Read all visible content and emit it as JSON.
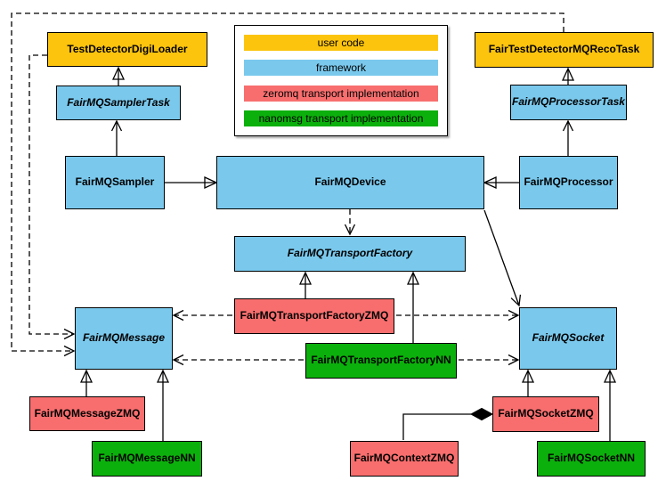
{
  "legend": {
    "items": [
      {
        "label": "user code",
        "color": "#FCC40D"
      },
      {
        "label": "framework",
        "color": "#7AC9ED"
      },
      {
        "label": "zeromq transport implementation",
        "color": "#F86E6E"
      },
      {
        "label": "nanomsg transport implementation",
        "color": "#0CB00C"
      }
    ]
  },
  "nodes": {
    "test_detector_digi_loader": {
      "label": "TestDetectorDigiLoader",
      "category": "user code",
      "abstract": false
    },
    "fair_test_detector_mq_reco_task": {
      "label": "FairTestDetectorMQRecoTask",
      "category": "user code",
      "abstract": false
    },
    "fairmq_sampler_task": {
      "label": "FairMQSamplerTask",
      "category": "framework",
      "abstract": true
    },
    "fairmq_processor_task": {
      "label": "FairMQProcessorTask",
      "category": "framework",
      "abstract": true
    },
    "fairmq_sampler": {
      "label": "FairMQSampler",
      "category": "framework",
      "abstract": false
    },
    "fairmq_device": {
      "label": "FairMQDevice",
      "category": "framework",
      "abstract": false
    },
    "fairmq_processor": {
      "label": "FairMQProcessor",
      "category": "framework",
      "abstract": false
    },
    "fairmq_transport_factory": {
      "label": "FairMQTransportFactory",
      "category": "framework",
      "abstract": true
    },
    "fairmq_transport_factory_zmq": {
      "label": "FairMQTransportFactoryZMQ",
      "category": "zeromq transport implementation",
      "abstract": false
    },
    "fairmq_transport_factory_nn": {
      "label": "FairMQTransportFactoryNN",
      "category": "nanomsg transport implementation",
      "abstract": false
    },
    "fairmq_message": {
      "label": "FairMQMessage",
      "category": "framework",
      "abstract": true
    },
    "fairmq_socket": {
      "label": "FairMQSocket",
      "category": "framework",
      "abstract": true
    },
    "fairmq_message_zmq": {
      "label": "FairMQMessageZMQ",
      "category": "zeromq transport implementation",
      "abstract": false
    },
    "fairmq_message_nn": {
      "label": "FairMQMessageNN",
      "category": "nanomsg transport implementation",
      "abstract": false
    },
    "fairmq_context_zmq": {
      "label": "FairMQContextZMQ",
      "category": "zeromq transport implementation",
      "abstract": false
    },
    "fairmq_socket_zmq": {
      "label": "FairMQSocketZMQ",
      "category": "zeromq transport implementation",
      "abstract": false
    },
    "fairmq_socket_nn": {
      "label": "FairMQSocketNN",
      "category": "nanomsg transport implementation",
      "abstract": false
    }
  },
  "palette": {
    "wire": "#000000",
    "background": "#FFFFFF"
  }
}
